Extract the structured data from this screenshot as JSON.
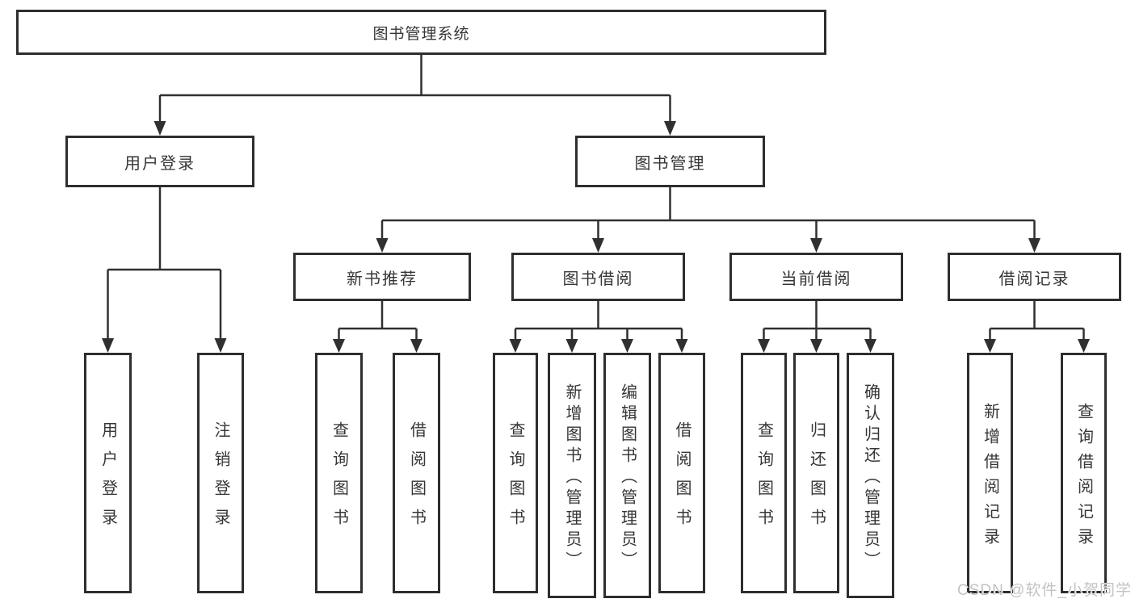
{
  "tree": {
    "root": {
      "label": "图书管理系统"
    },
    "children": [
      {
        "label": "用户登录",
        "children": [
          "用户登录",
          "注销登录"
        ]
      },
      {
        "label": "图书管理",
        "children": [
          {
            "label": "新书推荐",
            "children": [
              "查询图书",
              "借阅图书"
            ]
          },
          {
            "label": "图书借阅",
            "children": [
              "查询图书",
              "新增图书（管理员）",
              "编辑图书（管理员）",
              "借阅图书"
            ]
          },
          {
            "label": "当前借阅",
            "children": [
              "查询图书",
              "归还图书",
              "确认归还（管理员）"
            ]
          },
          {
            "label": "借阅记录",
            "children": [
              "新增借阅记录",
              "查询借阅记录"
            ]
          }
        ]
      }
    ]
  },
  "watermark": "CSDN @软件_小贺同学",
  "colors": {
    "line": "#303030",
    "border": "#2e2e2e",
    "text": "#363636",
    "watermark": "#c3c3c3",
    "background": "#ffffff"
  }
}
